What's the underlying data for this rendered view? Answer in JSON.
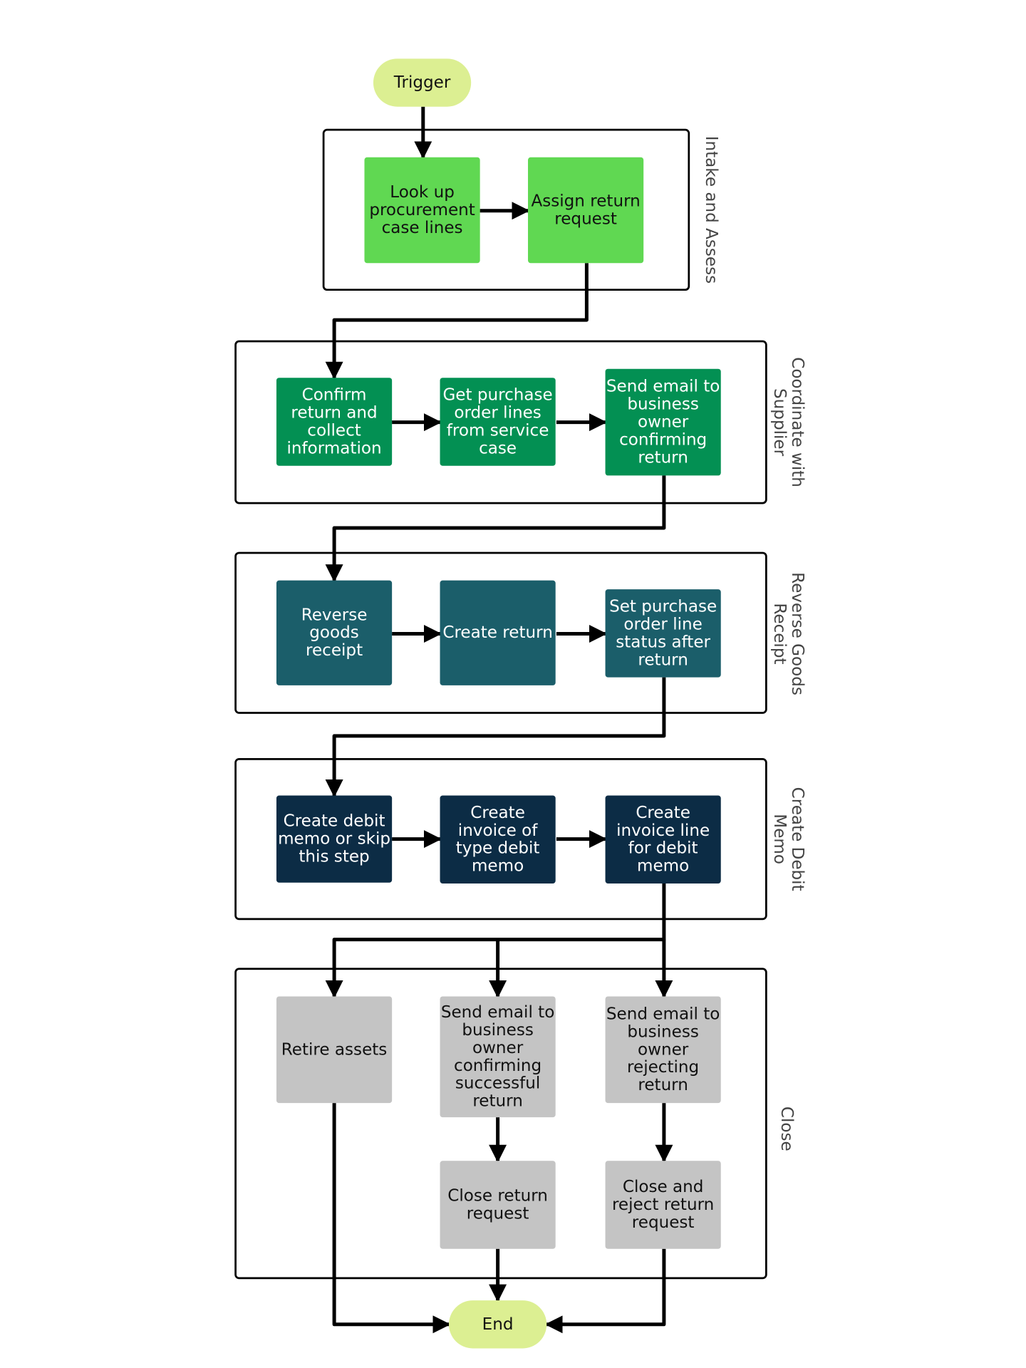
{
  "colors": {
    "terminal": "#dcef92",
    "intake": "#60d852",
    "coordinate": "#039053",
    "reverse": "#1b5e6a",
    "debit": "#0c2c45",
    "close": "#c4c4c4",
    "text_dark": "#111111",
    "text_light": "#ffffff",
    "line": "#000000"
  },
  "terminals": {
    "trigger": "Trigger",
    "end": "End"
  },
  "lanes": {
    "intake": "Intake and Assess",
    "coordinate": [
      "Coordinate with",
      "Supplier"
    ],
    "reverse": [
      "Reverse Goods",
      "Receipt"
    ],
    "debit": [
      "Create Debit",
      "Memo"
    ],
    "close": "Close"
  },
  "steps": {
    "lookup": [
      "Look up",
      "procurement",
      "case lines"
    ],
    "assign": [
      "Assign return",
      "request"
    ],
    "confirm": [
      "Confirm",
      "return and",
      "collect",
      "information"
    ],
    "getpo": [
      "Get purchase",
      "order lines",
      "from service",
      "case"
    ],
    "email_confirm": [
      "Send email to",
      "business",
      "owner",
      "confirming",
      "return"
    ],
    "reverse_receipt": [
      "Reverse",
      "goods",
      "receipt"
    ],
    "create_return": [
      "Create return"
    ],
    "set_status": [
      "Set purchase",
      "order line",
      "status after",
      "return"
    ],
    "debit_memo": [
      "Create debit",
      "memo or skip",
      "this step"
    ],
    "invoice": [
      "Create",
      "invoice of",
      "type debit",
      "memo"
    ],
    "invoice_line": [
      "Create",
      "invoice line",
      "for debit",
      "memo"
    ],
    "retire": [
      "Retire assets"
    ],
    "email_success": [
      "Send email to",
      "business",
      "owner",
      "confirming",
      "successful",
      "return"
    ],
    "email_reject": [
      "Send email to",
      "business",
      "owner",
      "rejecting",
      "return"
    ],
    "close_return": [
      "Close return",
      "request"
    ],
    "close_reject": [
      "Close and",
      "reject return",
      "request"
    ]
  }
}
